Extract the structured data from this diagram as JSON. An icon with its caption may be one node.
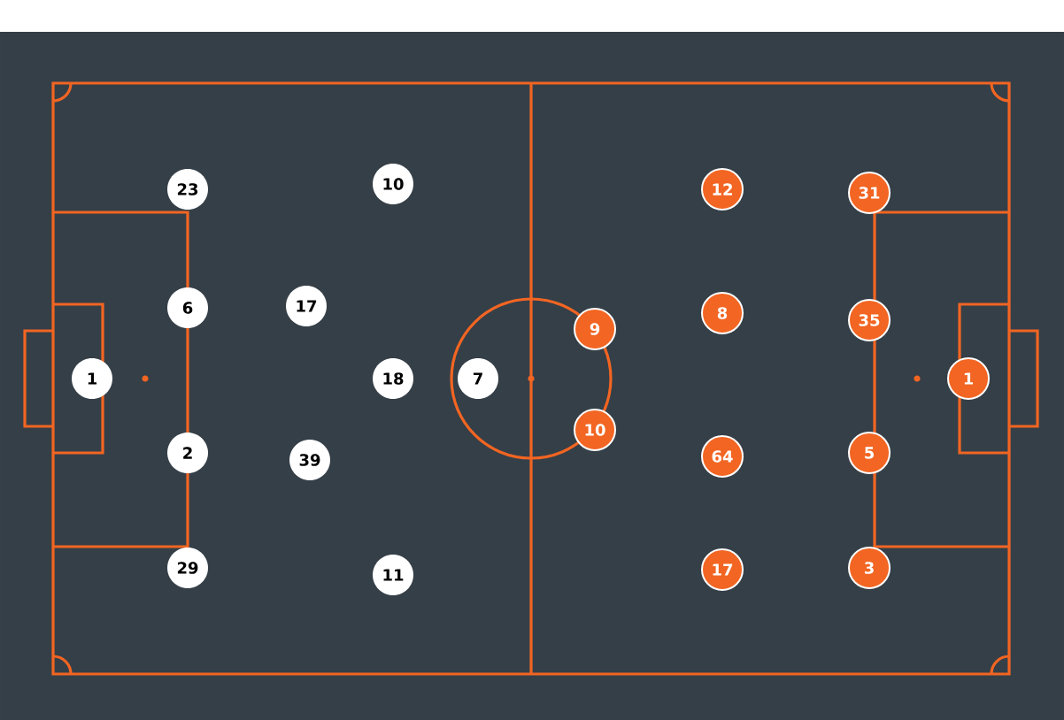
{
  "diagram": {
    "nodes": [
      {
        "text": [
          "1"
        ]
      },
      {
        "text": [
          "23"
        ]
      },
      {
        "text": [
          "6"
        ]
      },
      {
        "text": [
          "2"
        ]
      },
      {
        "text": [
          "29"
        ]
      },
      {
        "text": [
          "17"
        ]
      },
      {
        "text": [
          "39"
        ]
      },
      {
        "text": [
          "10"
        ]
      },
      {
        "text": [
          "18"
        ]
      },
      {
        "text": [
          "11"
        ]
      },
      {
        "text": [
          "7"
        ]
      },
      {
        "text": [
          "9"
        ]
      },
      {
        "text": [
          "10"
        ]
      },
      {
        "text": [
          "12"
        ]
      },
      {
        "text": [
          "8"
        ]
      },
      {
        "text": [
          "64"
        ]
      },
      {
        "text": [
          "17"
        ]
      },
      {
        "text": [
          "31"
        ]
      },
      {
        "text": [
          "35"
        ]
      },
      {
        "text": [
          "5"
        ]
      },
      {
        "text": [
          "3"
        ]
      },
      {
        "text": [
          "1"
        ]
      }
    ]
  }
}
